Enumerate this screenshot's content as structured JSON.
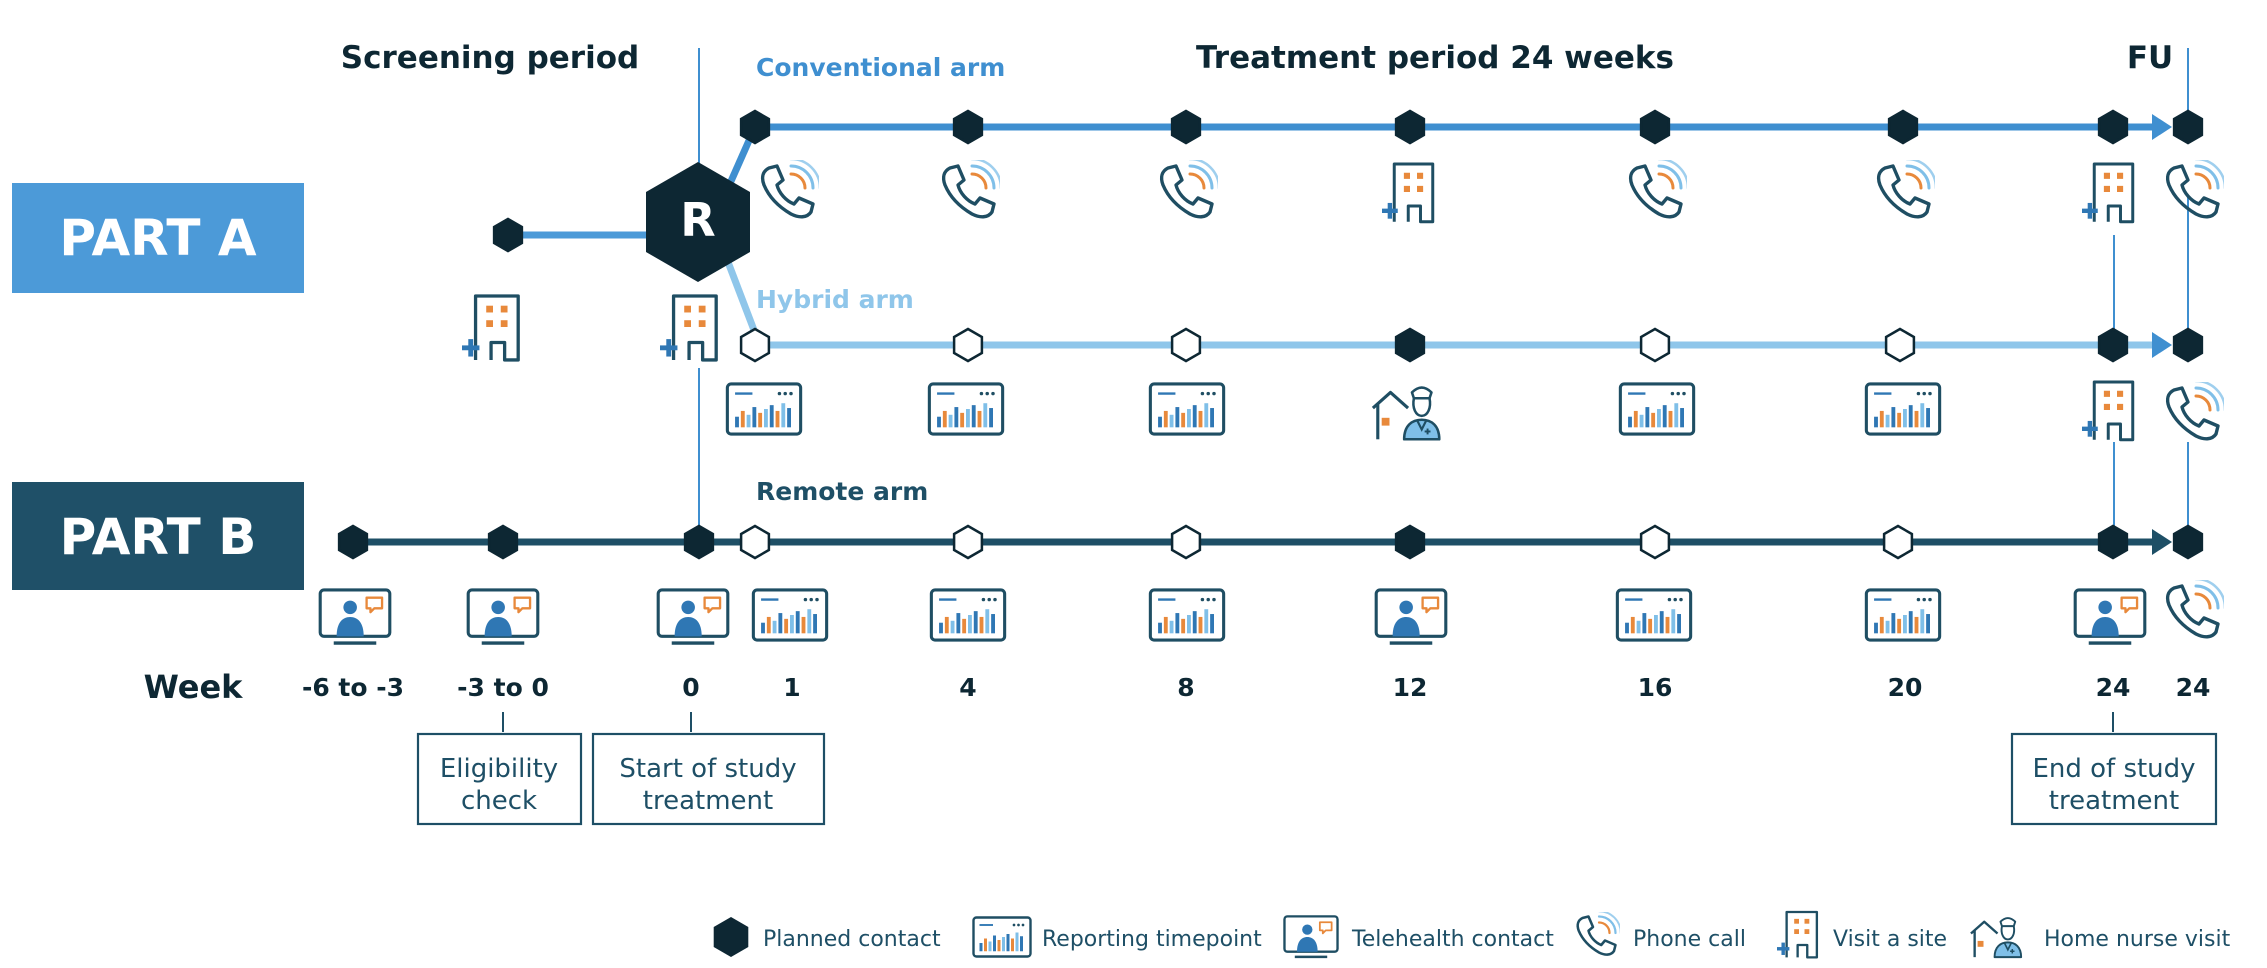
{
  "headers": {
    "screening": "Screening period",
    "treatment": "Treatment period 24 weeks",
    "fu": "FU"
  },
  "parts": {
    "a": "PART A",
    "b": "PART B"
  },
  "randomization_label": "R",
  "arms": {
    "conventional": "Conventional arm",
    "hybrid": "Hybrid arm",
    "remote": "Remote arm"
  },
  "week": {
    "label": "Week",
    "ticks": [
      "-6 to -3",
      "-3 to 0",
      "0",
      "1",
      "4",
      "8",
      "12",
      "16",
      "20",
      "24",
      "24"
    ]
  },
  "boxes": {
    "eligibility": [
      "Eligibility",
      "check"
    ],
    "start": [
      "Start of study",
      "treatment"
    ],
    "end": [
      "End of study",
      "treatment"
    ]
  },
  "legend": {
    "planned": "Planned contact",
    "reporting": "Reporting timepoint",
    "telehealth": "Telehealth contact",
    "phone": "Phone call",
    "site": "Visit a site",
    "nurse": "Home nurse visit"
  },
  "colors": {
    "dark": "#0d2733",
    "conventional": "#3f8fd0",
    "hybrid": "#8fc6ea",
    "remote": "#1e4f66",
    "part_a_bg": "#4c9ad8",
    "part_b_bg": "#1f5068",
    "icon_blue": "#2f77b4",
    "icon_dark": "#1f4e63",
    "orange": "#e8893b"
  }
}
